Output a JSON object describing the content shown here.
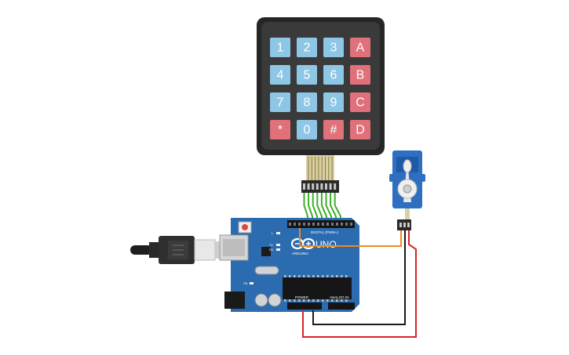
{
  "keypad": {
    "keys": [
      {
        "label": "1",
        "kind": "num"
      },
      {
        "label": "2",
        "kind": "num"
      },
      {
        "label": "3",
        "kind": "num"
      },
      {
        "label": "A",
        "kind": "letter"
      },
      {
        "label": "4",
        "kind": "num"
      },
      {
        "label": "5",
        "kind": "num"
      },
      {
        "label": "6",
        "kind": "num"
      },
      {
        "label": "B",
        "kind": "letter"
      },
      {
        "label": "7",
        "kind": "num"
      },
      {
        "label": "8",
        "kind": "num"
      },
      {
        "label": "9",
        "kind": "num"
      },
      {
        "label": "C",
        "kind": "letter"
      },
      {
        "label": "*",
        "kind": "letter"
      },
      {
        "label": "0",
        "kind": "num"
      },
      {
        "label": "#",
        "kind": "letter"
      },
      {
        "label": "D",
        "kind": "letter"
      }
    ]
  },
  "arduino": {
    "model": "UNO",
    "brand": "ARDUINO",
    "digital_label": "DIGITAL (PWM~)",
    "power_label": "POWER",
    "analog_label": "ANALOG IN",
    "tx_label": "TX",
    "rx_label": "RX",
    "l_label": "L",
    "on_label": "ON"
  },
  "colors": {
    "board": "#2b6cb0",
    "key_num": "#8ec7e6",
    "key_letter": "#e0707a",
    "keypad_body": "#2a2a2a",
    "wire_green": "#3fae2a",
    "wire_orange": "#f08a1c",
    "wire_red": "#d6262b",
    "wire_black": "#1a1a1a",
    "servo_body": "#2e6fc2"
  },
  "icons": [
    "usb-cable-icon",
    "servo-motor-icon",
    "arduino-logo-icon"
  ]
}
